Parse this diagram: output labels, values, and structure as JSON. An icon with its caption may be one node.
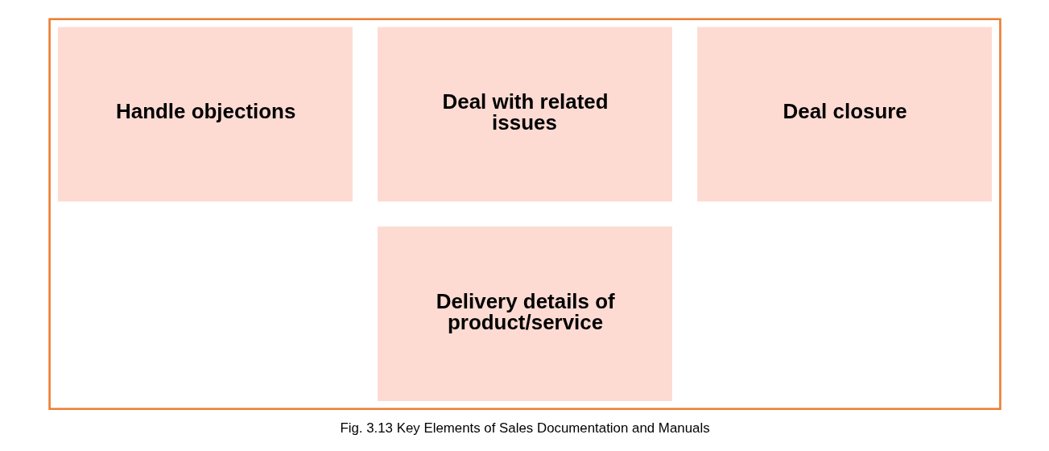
{
  "diagram": {
    "caption": "Fig. 3.13 Key Elements of Sales Documentation and Manuals",
    "nodes": [
      {
        "text": [],
        "shape": "box"
      },
      {
        "text": [
          "Handle objections"
        ],
        "in": 0
      },
      {
        "text": [
          "Deal with related issues"
        ],
        "in": 0
      },
      {
        "text": [
          "Deal closure"
        ],
        "in": 0
      },
      {
        "text": [
          "Delivery details of product/service"
        ],
        "in": 0
      }
    ],
    "edges": []
  }
}
